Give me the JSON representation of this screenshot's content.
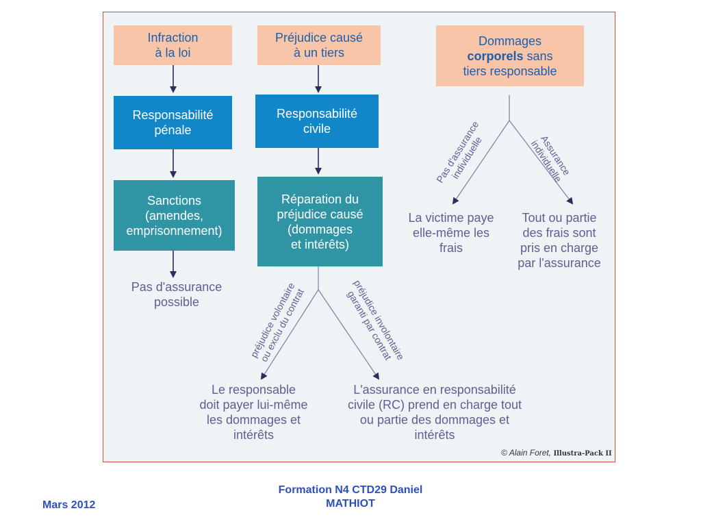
{
  "diagram": {
    "col1": {
      "top": "Infraction\nà la loi",
      "middle": "Responsabilité\npénale",
      "bottom": "Sanctions\n(amendes,\nemprisonnement)",
      "outcome": "Pas d'assurance\npossible"
    },
    "col2": {
      "top": "Préjudice causé\nà un tiers",
      "middle": "Responsabilité\ncivile",
      "bottom": "Réparation du\npréjudice causé\n(dommages\net intérêts)",
      "branch_left_label": "préjudice volontaire\nou exclu du contrat",
      "branch_right_label": "préjudice involontaire\ngaranti par contrat",
      "outcome_left": "Le responsable\ndoit payer lui-même\nles dommages et\nintérêts",
      "outcome_right": "L'assurance en responsabilité\ncivile (RC) prend en charge tout\nou partie des dommages et\nintérêts"
    },
    "col3": {
      "top_line1": "Dommages",
      "top_bold": "corporels",
      "top_after_bold": " sans",
      "top_line3": "tiers responsable",
      "branch_left_label": "Pas d'assurance\nindividuelle",
      "branch_right_label": "Assurance\nindividuelle",
      "outcome_left": "La victime paye\nelle-même les\nfrais",
      "outcome_right": "Tout ou partie\ndes frais sont\npris en charge\npar l'assurance"
    },
    "credit_author": "© Alain Foret,",
    "credit_brand": "Illustra-Pack II"
  },
  "footer": {
    "date": "Mars 2012",
    "title": "Formation N4 CTD29 Daniel\nMATHIOT"
  },
  "colors": {
    "salmon_box": "#f9c5a8",
    "blue_box": "#1187c9",
    "teal_box": "#2f95a5",
    "arrow": "#2b2d5e",
    "label_text": "#5f5e92",
    "frame_border": "#c9503c",
    "footer_text": "#2c4fbd"
  }
}
